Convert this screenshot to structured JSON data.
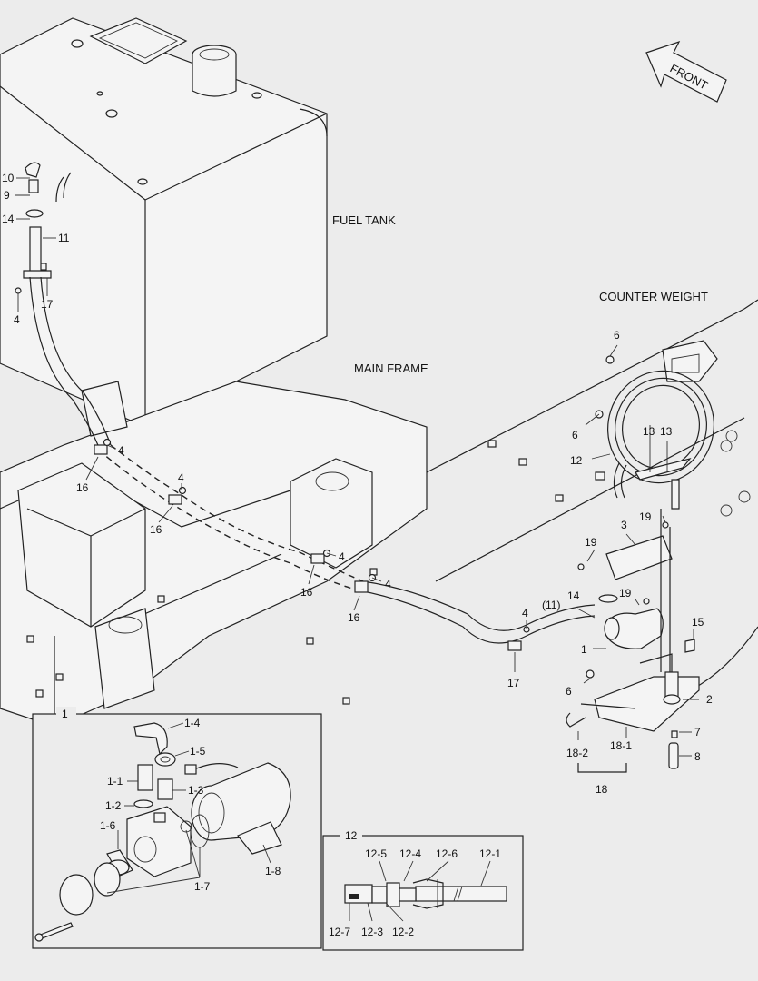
{
  "diagram": {
    "regions": {
      "fuel_tank": "FUEL TANK",
      "main_frame": "MAIN FRAME",
      "counter_weight": "COUNTER WEIGHT",
      "front": "FRONT"
    },
    "callouts": {
      "c10": "10",
      "c9": "9",
      "c14a": "14",
      "c11": "11",
      "c17a": "17",
      "c4a": "4",
      "c4b": "4",
      "c16a": "16",
      "c4c": "4",
      "c16b": "16",
      "c4d": "4",
      "c16c": "16",
      "c4e": "4",
      "c16d": "16",
      "c6a": "6",
      "c6b": "6",
      "c13a": "13",
      "c13b": "13",
      "c12": "12",
      "c3": "3",
      "c19a": "19",
      "c19b": "19",
      "c19c": "19",
      "c14b": "14",
      "c11p": "(11)",
      "c4f": "4",
      "c15": "15",
      "c1": "1",
      "c17b": "17",
      "c6c": "6",
      "c2": "2",
      "c7": "7",
      "c8": "8",
      "c18_1": "18-1",
      "c18_2": "18-2",
      "c18": "18"
    },
    "inset_pump": {
      "title": "1",
      "labels": {
        "p14": "1-4",
        "p15": "1-5",
        "p11": "1-1",
        "p13": "1-3",
        "p12": "1-2",
        "p16": "1-6",
        "p17": "1-7",
        "p18": "1-8"
      }
    },
    "inset_hose": {
      "title": "12",
      "labels": {
        "h5": "12-5",
        "h4": "12-4",
        "h6": "12-6",
        "h1": "12-1",
        "h7": "12-7",
        "h3": "12-3",
        "h2": "12-2"
      }
    }
  }
}
